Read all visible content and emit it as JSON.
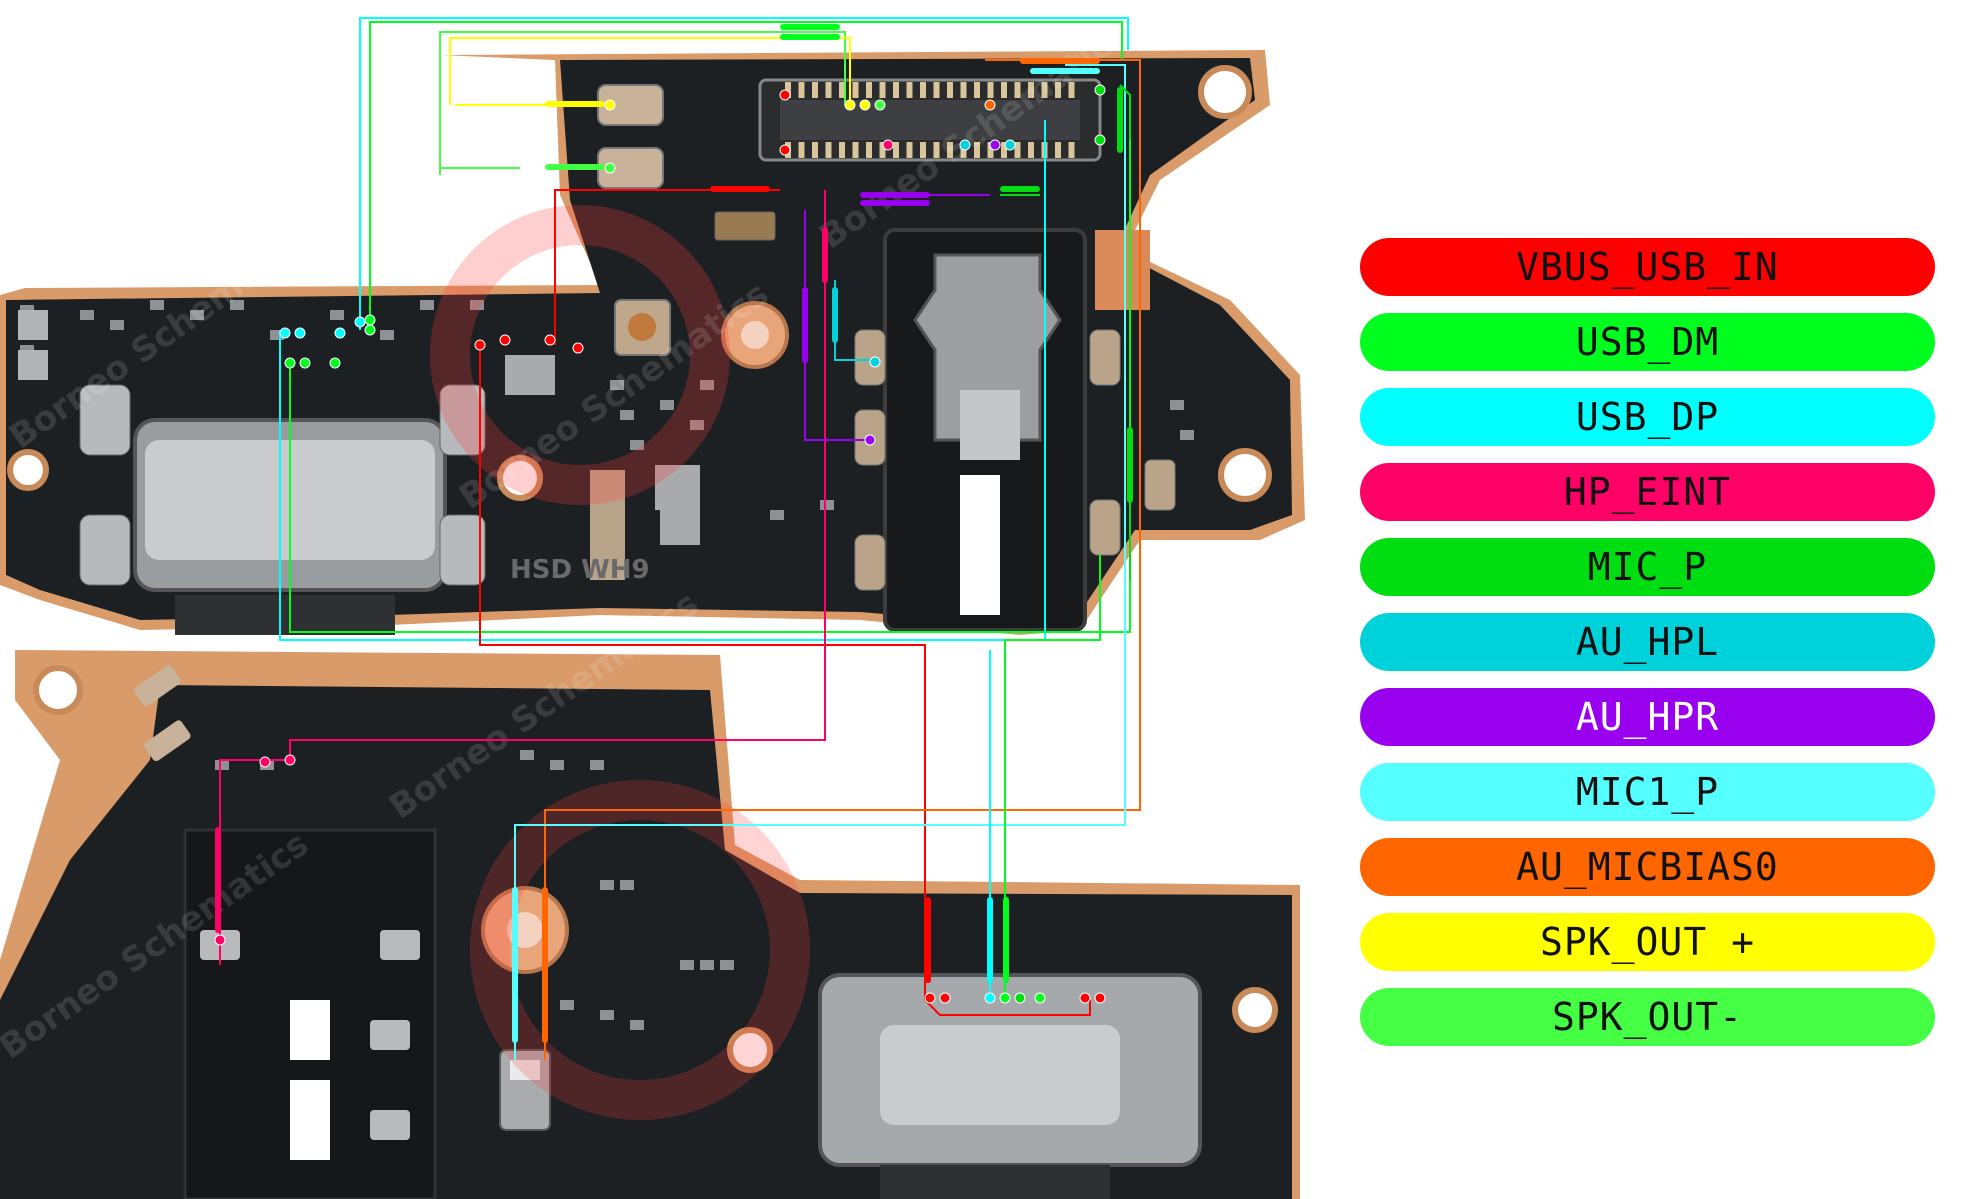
{
  "legend": [
    {
      "label": "VBUS_USB_IN",
      "color": "#ff0000",
      "text": "dark"
    },
    {
      "label": "USB_DM",
      "color": "#00ff1e",
      "text": "dark"
    },
    {
      "label": "USB_DP",
      "color": "#00ffff",
      "text": "dark"
    },
    {
      "label": "HP_EINT",
      "color": "#ff0066",
      "text": "dark"
    },
    {
      "label": "MIC_P",
      "color": "#00dd10",
      "text": "dark"
    },
    {
      "label": "AU_HPL",
      "color": "#00d2dc",
      "text": "dark"
    },
    {
      "label": "AU_HPR",
      "color": "#9900ee",
      "text": "light"
    },
    {
      "label": "MIC1_P",
      "color": "#55ffff",
      "text": "dark"
    },
    {
      "label": "AU_MICBIAS0",
      "color": "#ff6600",
      "text": "dark"
    },
    {
      "label": "SPK_OUT +",
      "color": "#ffff00",
      "text": "dark"
    },
    {
      "label": "SPK_OUT-",
      "color": "#44ff44",
      "text": "dark"
    }
  ],
  "board": {
    "silkscreen_top": "HSD  WH9",
    "watermark": "Borneo Schematics"
  },
  "net_colors": {
    "vbus": "#ff0000",
    "usb_dm": "#00ff1e",
    "usb_dp": "#00ffff",
    "hp_eint": "#ff0066",
    "mic_p": "#00dd10",
    "au_hpl": "#00d2dc",
    "au_hpr": "#9900ee",
    "mic1_p": "#55ffff",
    "micbias": "#ff6600",
    "spk_p": "#ffff00",
    "spk_n": "#44ff44"
  }
}
